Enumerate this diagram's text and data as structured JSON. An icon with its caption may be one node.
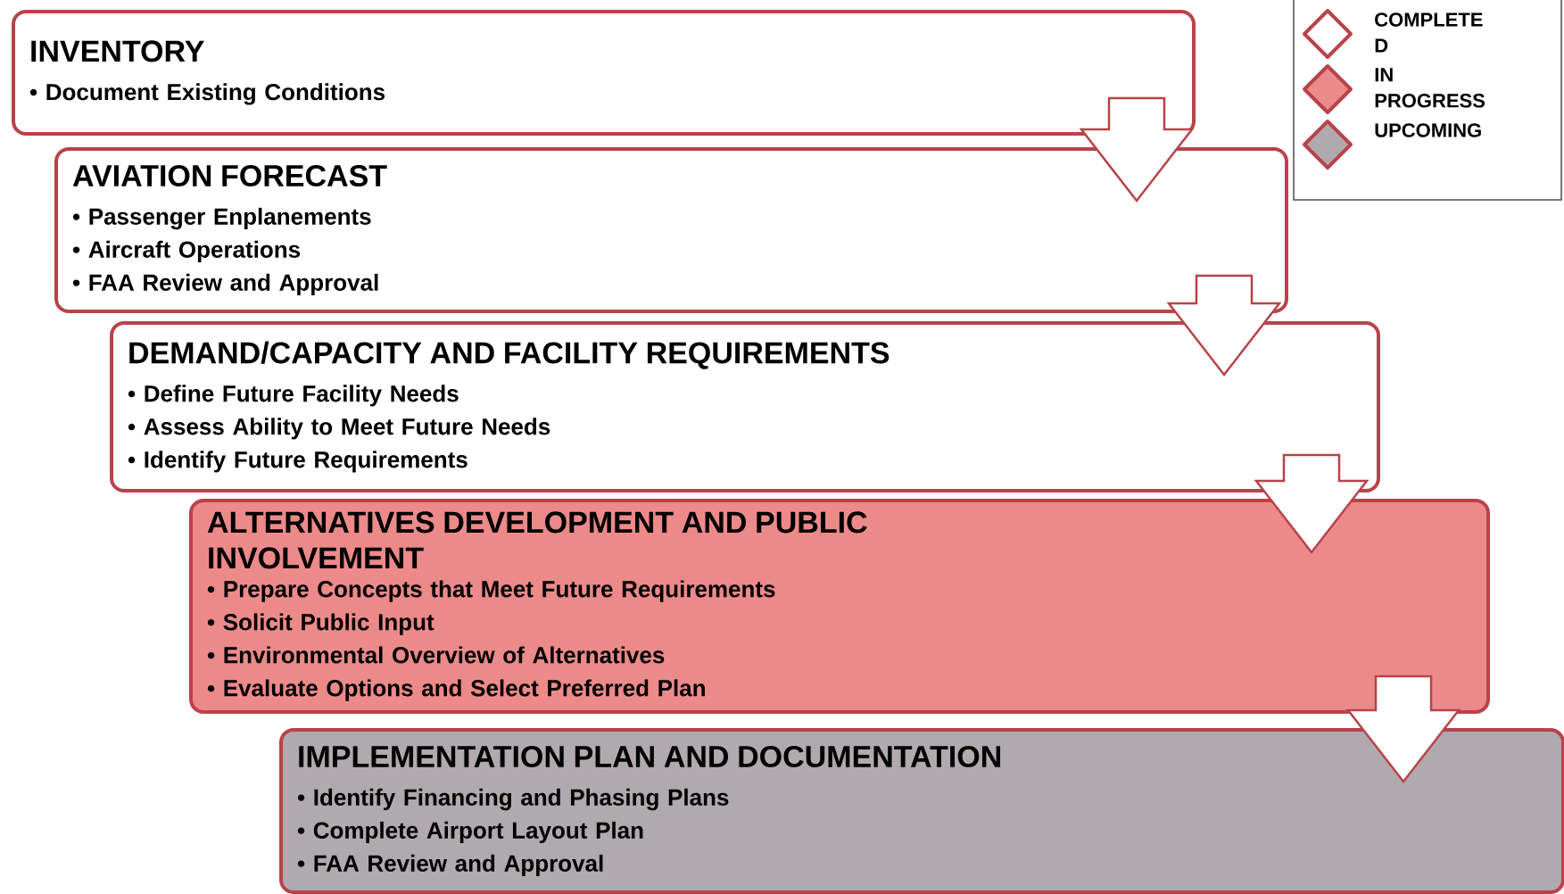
{
  "diagram": {
    "nodes": [
      {
        "text": [
          "INVENTORY",
          "• Document Existing Conditions"
        ]
      },
      {
        "text": [
          "AVIATION FORECAST",
          "• Passenger Enplanements",
          "• Aircraft Operations",
          "• FAA Review and Approval"
        ]
      },
      {
        "text": [
          "DEMAND/CAPACITY AND FACILITY REQUIREMENTS",
          "• Define Future Facility Needs",
          "• Assess Ability to Meet Future Needs",
          "• Identify Future Requirements"
        ]
      },
      {
        "text": [
          "ALTERNATIVES DEVELOPMENT AND PUBLIC INVOLVEMENT",
          "• Prepare Concepts that Meet Future Requirements",
          "• Solicit Public Input",
          "• Environmental Overview of Alternatives",
          "• Evaluate Options and Select Preferred Plan"
        ]
      },
      {
        "text": [
          "IMPLEMENTATION PLAN AND DOCUMENTATION",
          "• Identify Financing and Phasing Plans",
          "• Complete Airport Layout Plan",
          "• FAA Review and Approval"
        ]
      }
    ],
    "edges": [
      {
        "from": 0,
        "to": 1,
        "arrow": "to"
      },
      {
        "from": 1,
        "to": 2,
        "arrow": "to"
      },
      {
        "from": 2,
        "to": 3,
        "arrow": "to"
      },
      {
        "from": 3,
        "to": 4,
        "arrow": "to"
      }
    ],
    "legend": [
      {
        "text": "COMPLETE D"
      },
      {
        "text": "IN PROGRESS",
        "color": "#ec8a8a"
      },
      {
        "text": "UPCOMING",
        "color": "#b0a9ad"
      }
    ]
  }
}
